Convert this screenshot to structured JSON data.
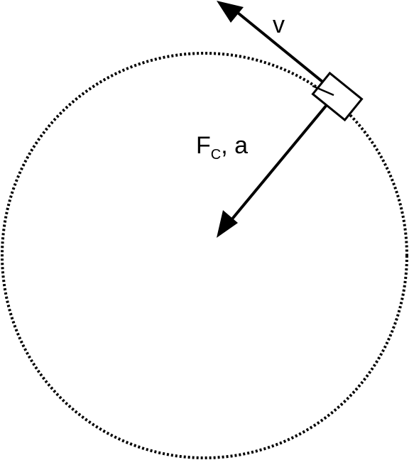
{
  "diagram": {
    "velocity_label": "v",
    "force_label_main": "F",
    "force_label_subscript": "C",
    "force_label_suffix": ", a",
    "colors": {
      "stroke": "#000000",
      "background": "#ffffff"
    }
  }
}
